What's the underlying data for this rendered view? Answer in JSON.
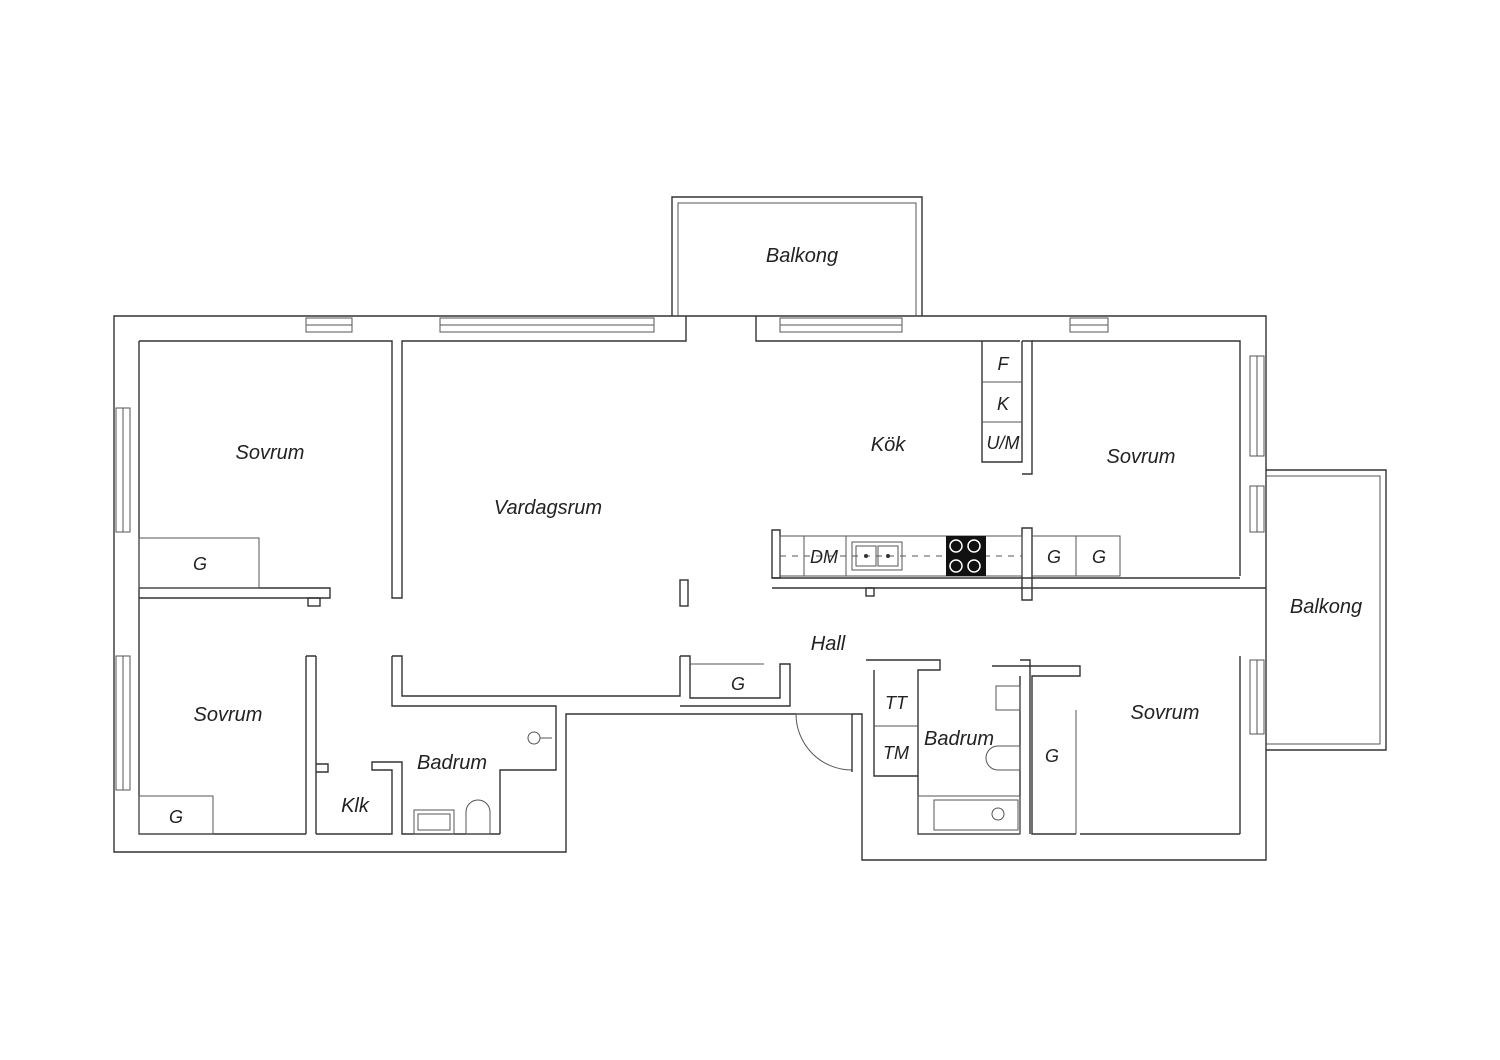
{
  "rooms": {
    "balcony_top": "Balkong",
    "balcony_right": "Balkong",
    "bedroom_nw": "Sovrum",
    "bedroom_sw": "Sovrum",
    "bedroom_ne": "Sovrum",
    "bedroom_se": "Sovrum",
    "living": "Vardagsrum",
    "kitchen": "Kök",
    "hall": "Hall",
    "bath_left": "Badrum",
    "bath_right": "Badrum",
    "closet": "Klk"
  },
  "fixtures": {
    "wardrobe_nw": "G",
    "wardrobe_sw": "G",
    "wardrobe_hall": "G",
    "wardrobe_kitchen_1": "G",
    "wardrobe_kitchen_2": "G",
    "wardrobe_se": "G",
    "fridge": "F",
    "freezer": "K",
    "oven_micro": "U/M",
    "dishwasher": "DM",
    "dryer": "TT",
    "washer": "TM"
  }
}
